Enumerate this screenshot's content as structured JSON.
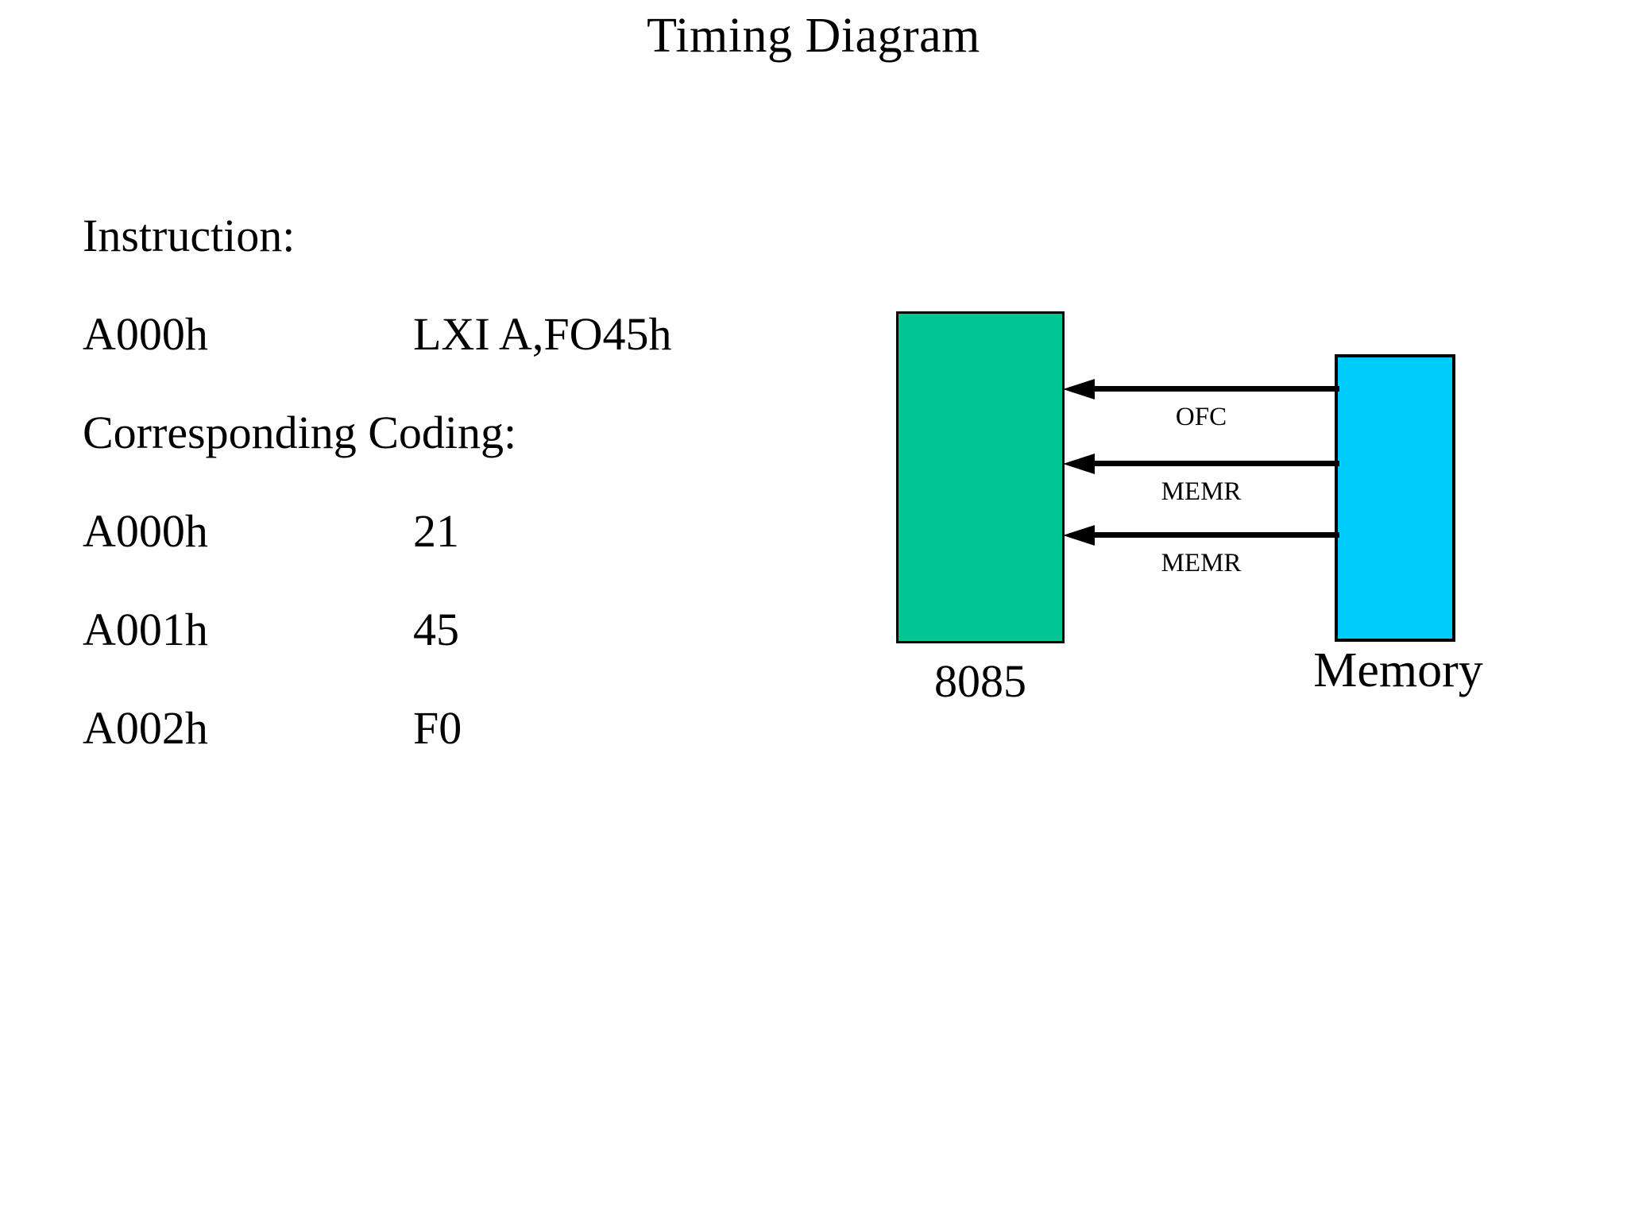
{
  "slide": {
    "title": "Timing Diagram",
    "background_color": "#ffffff",
    "text_color": "#000000"
  },
  "text_block": {
    "rows": [
      {
        "left": "Instruction:",
        "right": ""
      },
      {
        "left": "A000h",
        "right": "LXI A,FO45h"
      },
      {
        "left": "Corresponding Coding:",
        "right": ""
      },
      {
        "left": "A000h",
        "right": "21"
      },
      {
        "left": "A001h",
        "right": "45"
      },
      {
        "left": "A002h",
        "right": "F0"
      }
    ]
  },
  "diagram": {
    "cpu_box": {
      "label": "8085",
      "fill_color": "#00c691",
      "border_color": "#000000"
    },
    "memory_box": {
      "label": "Memory",
      "fill_color": "#00ccfb",
      "border_color": "#000000"
    },
    "arrows": [
      {
        "label": "OFC",
        "direction": "memory-to-cpu"
      },
      {
        "label": "MEMR",
        "direction": "memory-to-cpu"
      },
      {
        "label": "MEMR",
        "direction": "memory-to-cpu"
      }
    ]
  }
}
